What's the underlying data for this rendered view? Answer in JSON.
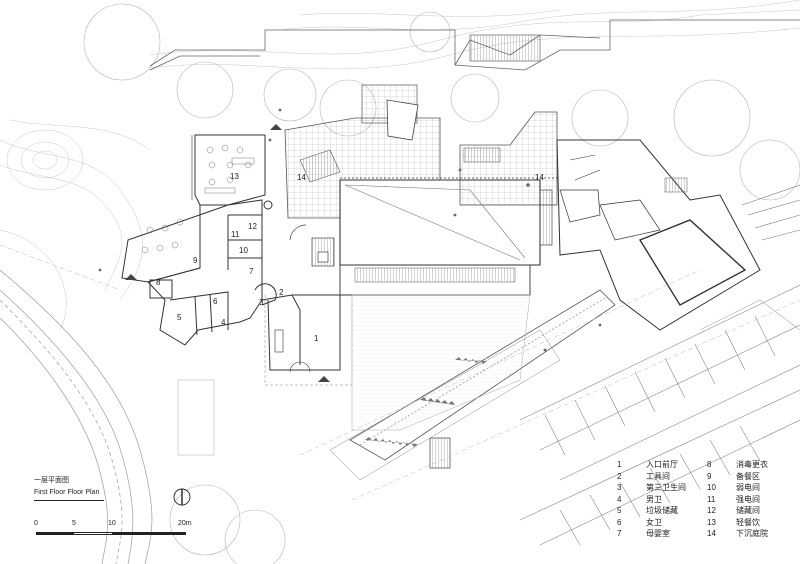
{
  "title": {
    "cn": "一层平面图",
    "en": "First Floor Floor Plan"
  },
  "scale_bar": {
    "ticks": [
      "0",
      "5",
      "10",
      "20m"
    ]
  },
  "legend": {
    "items": [
      {
        "num": "1",
        "label": "入口前厅"
      },
      {
        "num": "2",
        "label": "工具间"
      },
      {
        "num": "3",
        "label": "第三卫生间"
      },
      {
        "num": "4",
        "label": "男卫"
      },
      {
        "num": "5",
        "label": "垃圾储藏"
      },
      {
        "num": "6",
        "label": "女卫"
      },
      {
        "num": "7",
        "label": "母婴室"
      },
      {
        "num": "8",
        "label": "消毒更衣"
      },
      {
        "num": "9",
        "label": "备餐区"
      },
      {
        "num": "10",
        "label": "弱电间"
      },
      {
        "num": "11",
        "label": "强电间"
      },
      {
        "num": "12",
        "label": "储藏间"
      },
      {
        "num": "13",
        "label": "轻餐饮"
      },
      {
        "num": "14",
        "label": "下沉庭院"
      }
    ]
  },
  "plan_labels": {
    "r1": "1",
    "r2": "2",
    "r3": "3",
    "r4": "4",
    "r5": "5",
    "r6": "6",
    "r7": "7",
    "r8": "8",
    "r9": "9",
    "r10": "10",
    "r11": "11",
    "r12": "12",
    "r13": "13",
    "r14a": "14",
    "r14b": "14"
  }
}
